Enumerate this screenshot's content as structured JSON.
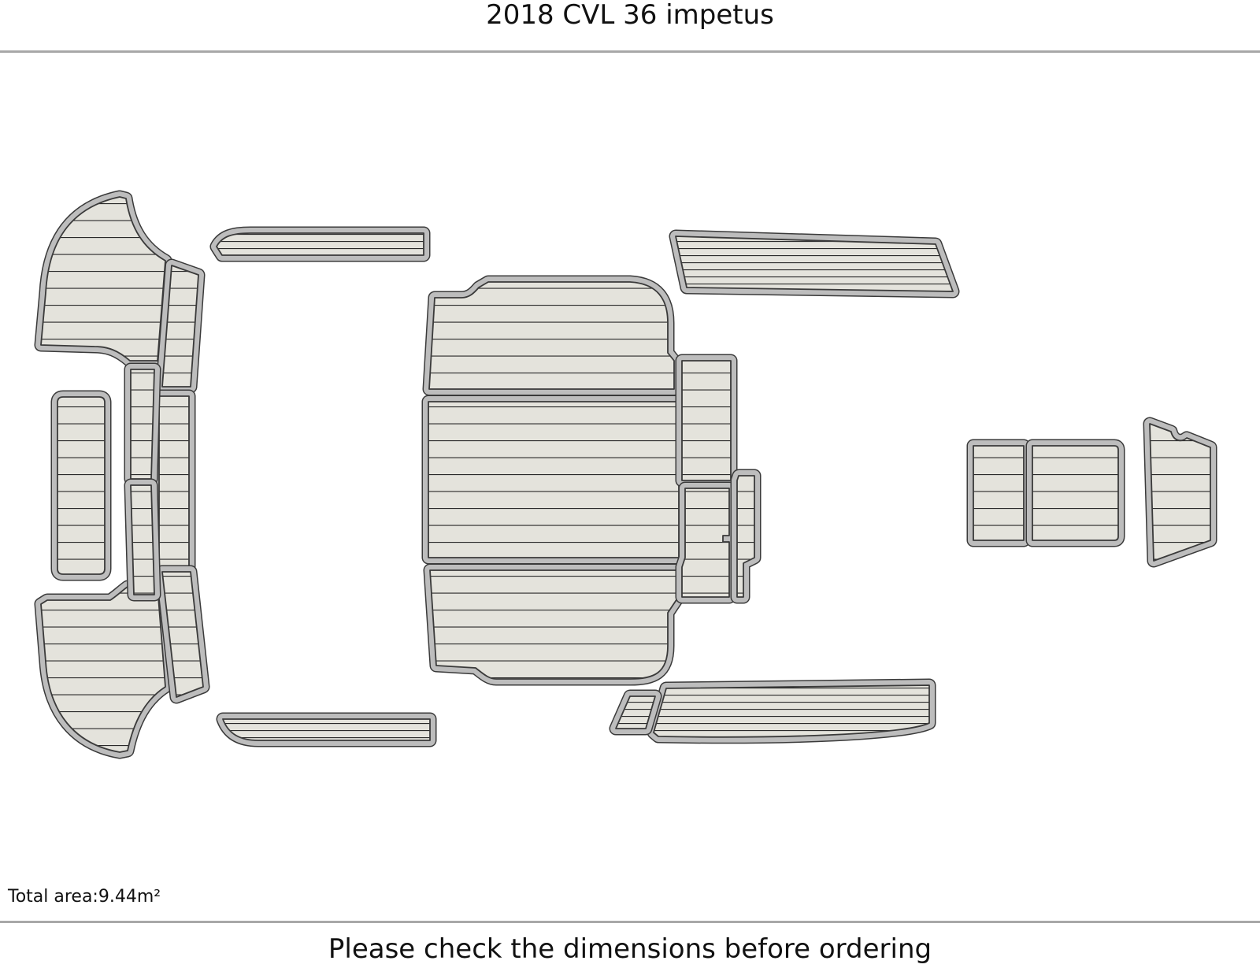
{
  "title": "2018 CVL 36 impetus",
  "total_area": "Total area:9.44m²",
  "footer_note": "Please check the dimensions before ordering",
  "colors": {
    "pad_fill": "#e4e3dc",
    "pad_border": "#bdbdbd",
    "outline": "#3a3a3a",
    "groove": "#2a2a2a",
    "rule": "#a8a8a8"
  },
  "pad_style": "teak-groove"
}
